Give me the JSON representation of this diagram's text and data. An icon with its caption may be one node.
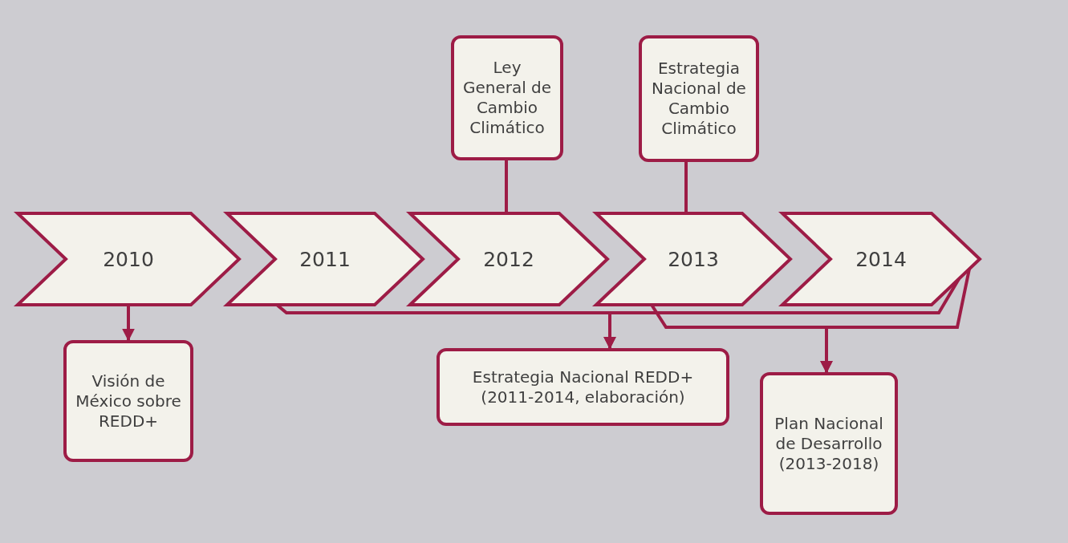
{
  "diagram": {
    "nodes": [
      {
        "text": [
          "2010"
        ]
      },
      {
        "text": [
          "2011"
        ]
      },
      {
        "text": [
          "2012"
        ]
      },
      {
        "text": [
          "2013"
        ]
      },
      {
        "text": [
          "2014"
        ]
      },
      {
        "text": [
          "Ley General de Cambio Climático"
        ]
      },
      {
        "text": [
          "Estrategia Nacional de Cambio Climático"
        ]
      },
      {
        "text": [
          "Visión de México sobre REDD+"
        ]
      },
      {
        "text": [
          "Estrategia Nacional REDD+ (2011-2014, elaboración)"
        ]
      },
      {
        "text": [
          "Plan Nacional de Desarrollo (2013-2018)"
        ]
      }
    ],
    "edges": [
      {
        "from": 2,
        "to": 5,
        "arrow": "none"
      },
      {
        "from": 3,
        "to": 6,
        "arrow": "none"
      },
      {
        "from": 0,
        "to": 7,
        "arrow": "to"
      },
      {
        "from": 1,
        "to": 8,
        "arrow": "to"
      },
      {
        "from": 4,
        "to": 8,
        "arrow": "to"
      },
      {
        "from": 3,
        "to": 9,
        "arrow": "to"
      },
      {
        "from": 4,
        "to": 9,
        "arrow": "to"
      }
    ]
  }
}
